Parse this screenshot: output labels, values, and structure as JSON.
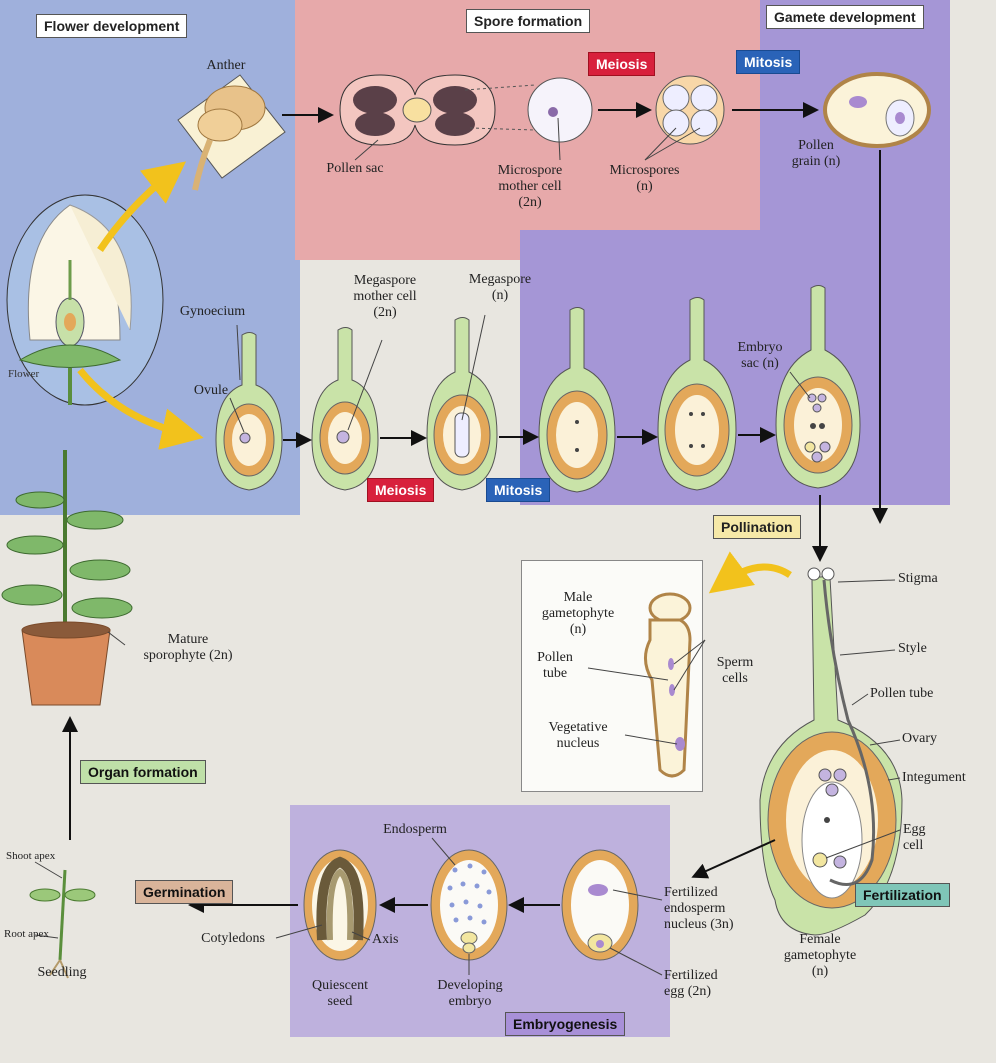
{
  "stages": {
    "flower_development": "Flower development",
    "spore_formation": "Spore formation",
    "gamete_development": "Gamete development",
    "pollination": "Pollination",
    "fertilization": "Fertilization",
    "embryogenesis": "Embryogenesis",
    "germination": "Germination",
    "organ_formation": "Organ formation"
  },
  "processes": {
    "meiosis_top": "Meiosis",
    "mitosis_top": "Mitosis",
    "meiosis_bottom": "Meiosis",
    "mitosis_bottom": "Mitosis"
  },
  "labels": {
    "anther": "Anther",
    "pollen_sac": "Pollen sac",
    "microspore_mother_cell": "Microspore\nmother cell\n(2n)",
    "microspores": "Microspores\n(n)",
    "pollen_grain": "Pollen\ngrain (n)",
    "flower": "Flower",
    "gynoecium": "Gynoecium",
    "ovule": "Ovule",
    "megaspore_mother_cell": "Megaspore\nmother cell\n(2n)",
    "megaspore": "Megaspore\n(n)",
    "embryo_sac": "Embryo\nsac (n)",
    "male_gametophyte": "Male\ngametophyte\n(n)",
    "pollen_tube_inset": "Pollen\ntube",
    "sperm_cells": "Sperm\ncells",
    "vegetative_nucleus": "Vegetative\nnucleus",
    "stigma": "Stigma",
    "style": "Style",
    "pollen_tube": "Pollen tube",
    "ovary": "Ovary",
    "integument": "Integument",
    "egg_cell": "Egg\ncell",
    "female_gametophyte": "Female\ngametophyte\n(n)",
    "fertilized_endosperm_nucleus": "Fertilized\nendosperm\nnucleus (3n)",
    "fertilized_egg": "Fertilized\negg (2n)",
    "endosperm": "Endosperm",
    "developing_embryo": "Developing\nembryo",
    "axis": "Axis",
    "cotyledons": "Cotyledons",
    "quiescent_seed": "Quiescent\nseed",
    "shoot_apex": "Shoot apex",
    "root_apex": "Root apex",
    "seedling": "Seedling",
    "mature_sporophyte": "Mature\nsporophyte (2n)"
  },
  "colors": {
    "blue_region": "#9fb0dc",
    "pink_region": "#e7a9aa",
    "purple_region": "#a596d6",
    "ovule_green": "#c9e3a8",
    "ovule_orange": "#e3a85a",
    "ovule_cream": "#fbf1d8",
    "arrow_yellow": "#f2c21c"
  }
}
